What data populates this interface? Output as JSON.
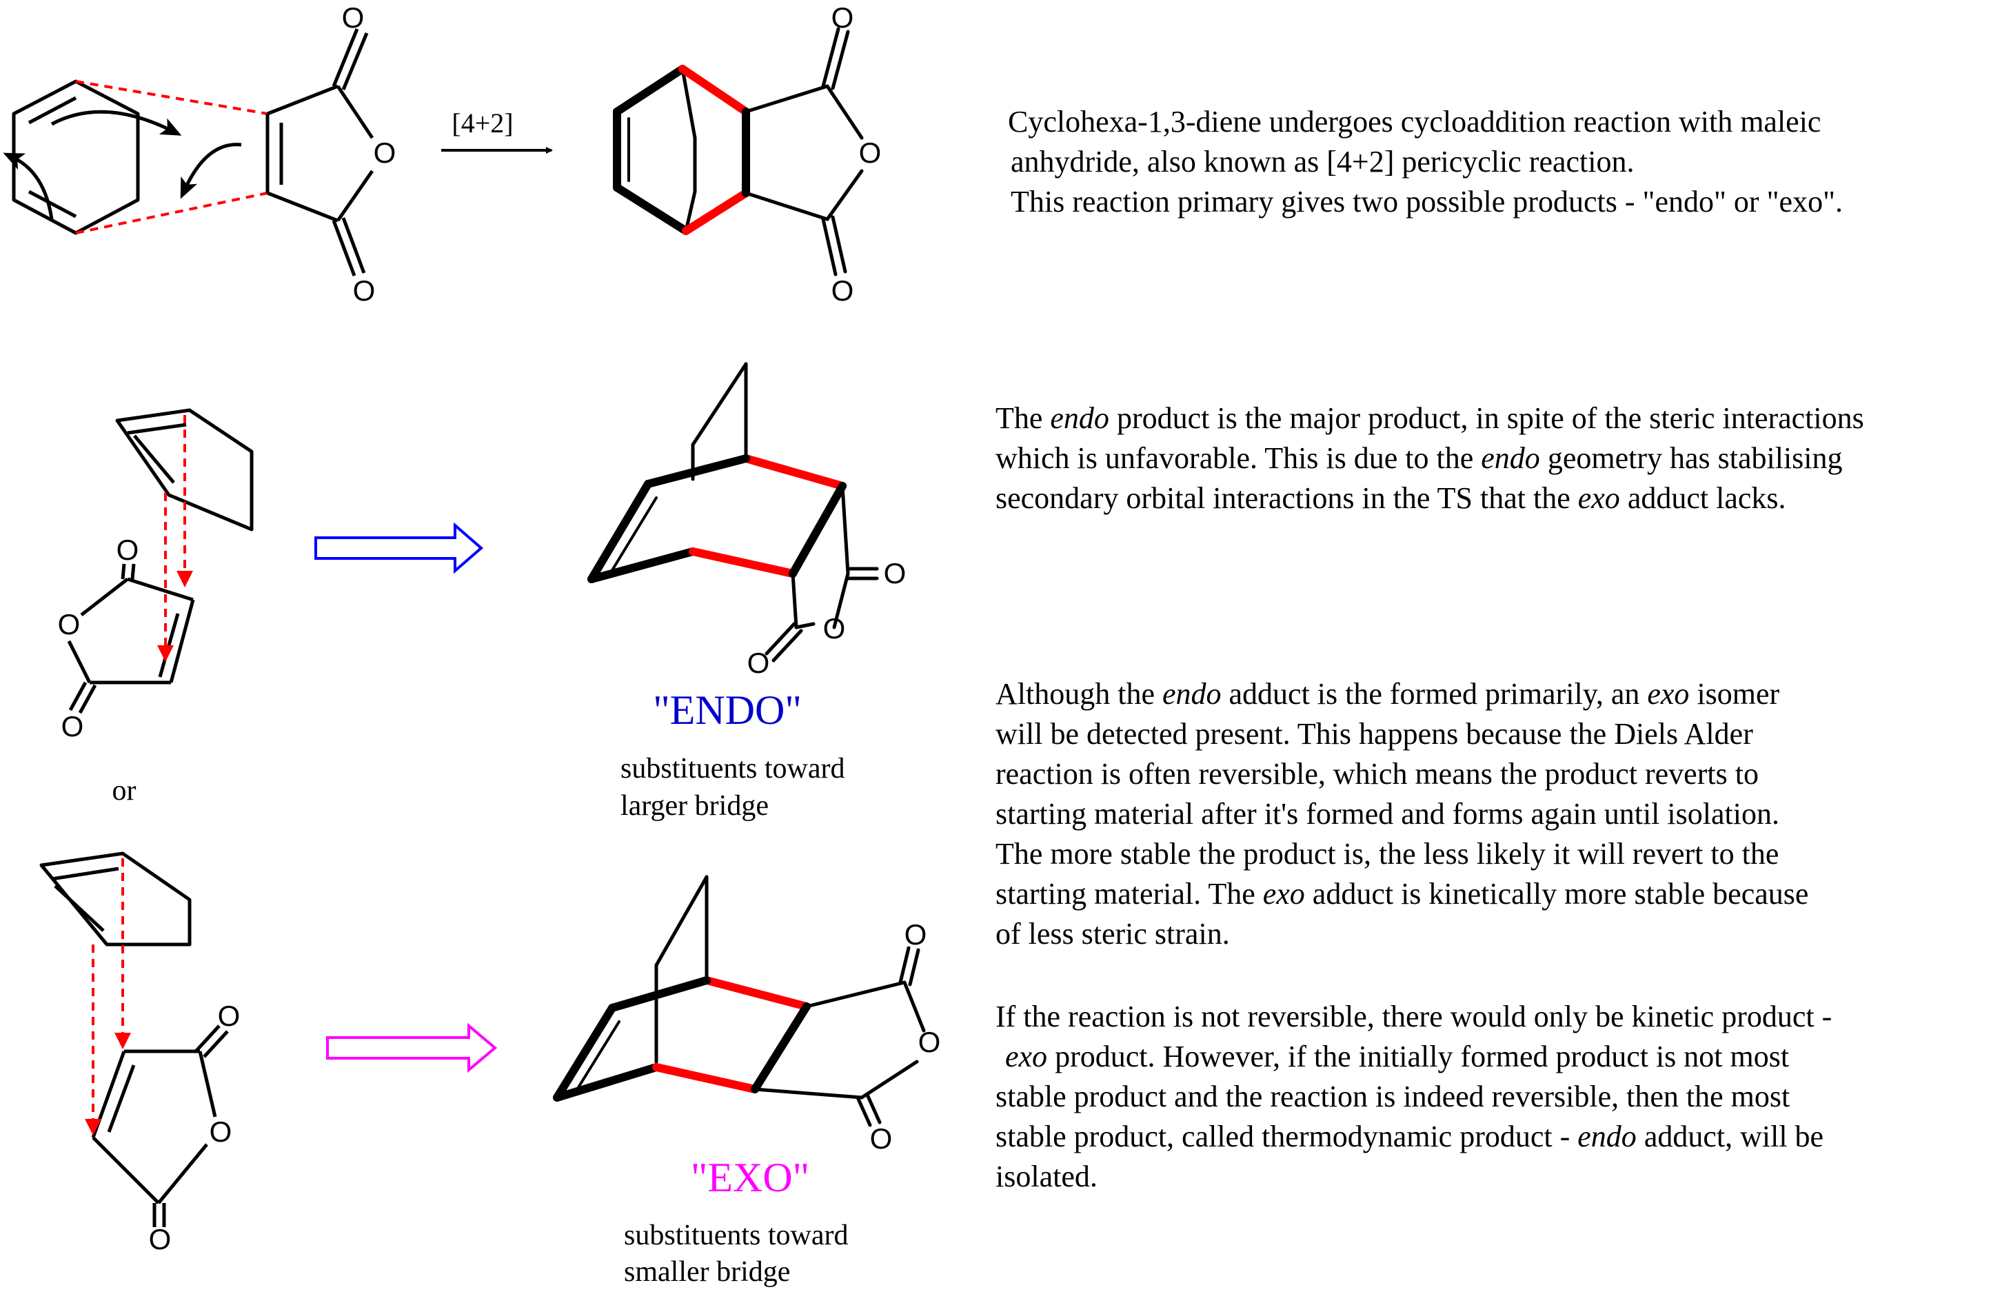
{
  "colors": {
    "bond": "#000000",
    "new_bond": "#ff0000",
    "endo_label": "#0000cc",
    "exo_label": "#ff00ff",
    "endo_arrow": "#0000ff",
    "exo_arrow": "#ff00ff"
  },
  "scheme": {
    "atom_O": "O",
    "reaction_label": "[4+2]",
    "or_label": "or",
    "endo": {
      "title": "\"ENDO\"",
      "sub1": "substituents toward",
      "sub2": "larger bridge"
    },
    "exo": {
      "title": "\"EXO\"",
      "sub1": "substituents toward",
      "sub2": "smaller bridge"
    }
  },
  "text": {
    "p1": {
      "l1": "Cyclohexa-1,3-diene undergoes cycloaddition reaction with maleic",
      "l2": "anhydride, also known as [4+2] pericyclic reaction.",
      "l3": "This reaction primary gives two possible products - \"endo\" or \"exo\"."
    },
    "p2": {
      "l1a": "The ",
      "l1e": "endo",
      "l1b": " product is the major product, in spite of the steric interactions",
      "l2a": "which is unfavorable. This is due to the ",
      "l2e": "endo",
      "l2b": " geometry has stabilising",
      "l3a": "secondary orbital interactions in the TS that the ",
      "l3e": "exo",
      "l3b": " adduct lacks."
    },
    "p3": {
      "l1a": "Although the ",
      "l1e1": "endo",
      "l1b": " adduct is the formed primarily, an ",
      "l1e2": "exo",
      "l1c": " isomer",
      "l2": "will be detected present. This happens because the Diels Alder",
      "l3": "reaction is often reversible, which means the product reverts to",
      "l4": "starting material after it's formed and forms again until isolation.",
      "l5": "The more stable the product is, the less likely it will revert to the",
      "l6a": "starting material. The ",
      "l6e": "exo",
      "l6b": " adduct is kinetically more stable because",
      "l7": "of less steric strain."
    },
    "p4": {
      "l1": "If the reaction is not reversible, there would only be kinetic product -",
      "l2e": "exo",
      "l2b": " product. However, if the initially formed product is not most",
      "l3": "stable product and the reaction is indeed reversible, then the most",
      "l4a": "stable product, called thermodynamic product - ",
      "l4e": "endo",
      "l4b": " adduct, will be",
      "l5": "isolated."
    }
  }
}
